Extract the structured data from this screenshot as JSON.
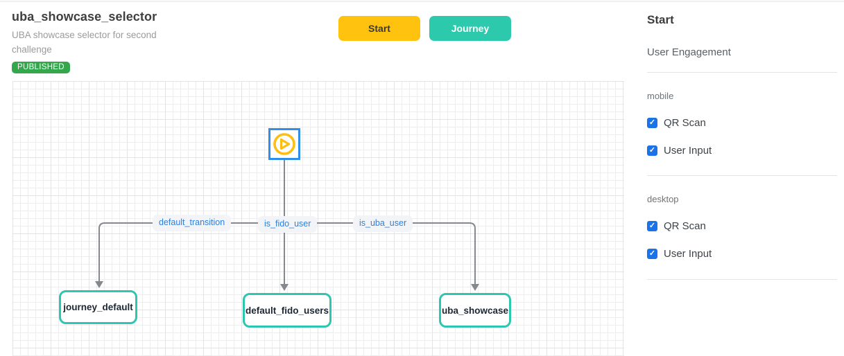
{
  "header": {
    "title": "uba_showcase_selector",
    "description": "UBA showcase selector for second challenge",
    "status_badge": "PUBLISHED"
  },
  "toolbar": {
    "start_label": "Start",
    "journey_label": "Journey"
  },
  "canvas": {
    "start_node": {
      "icon": "play-icon"
    },
    "edges": [
      {
        "label": "default_transition"
      },
      {
        "label": "is_fido_user"
      },
      {
        "label": "is_uba_user"
      }
    ],
    "nodes": [
      {
        "label": "journey_default"
      },
      {
        "label": "default_fido_users"
      },
      {
        "label": "uba_showcase"
      }
    ]
  },
  "sidebar": {
    "title": "Start",
    "subtitle": "User Engagement",
    "sections": [
      {
        "label": "mobile",
        "options": [
          {
            "label": "QR Scan",
            "checked": true
          },
          {
            "label": "User Input",
            "checked": true
          }
        ]
      },
      {
        "label": "desktop",
        "options": [
          {
            "label": "QR Scan",
            "checked": true
          },
          {
            "label": "User Input",
            "checked": true
          }
        ]
      }
    ]
  },
  "colors": {
    "start_button": "#ffc20e",
    "journey_button": "#2cc9ad",
    "published_badge": "#34a64c",
    "start_node_border": "#2f8fe8",
    "play_icon": "#fdbf0f",
    "node_border": "#2ec5b2",
    "edge_line": "#85898d",
    "edge_label_text": "#2e7fd9",
    "checkbox": "#1a73e8"
  }
}
